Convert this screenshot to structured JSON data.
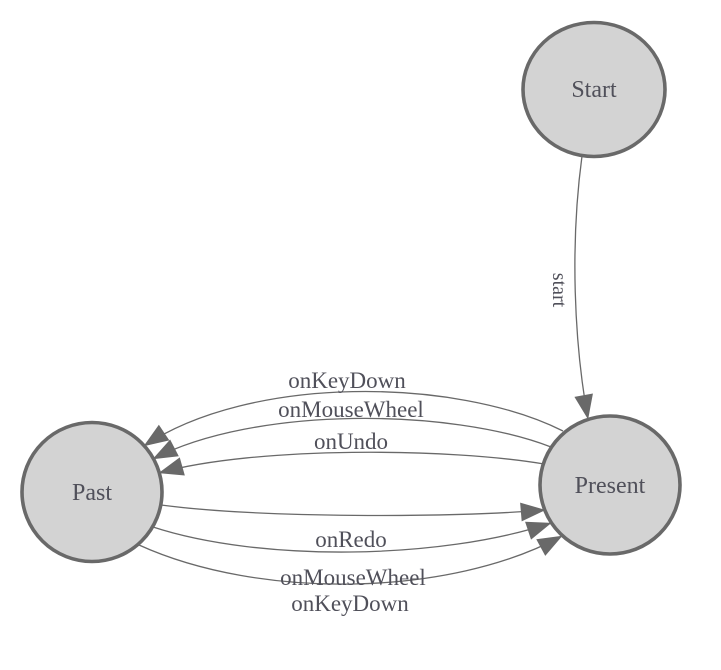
{
  "diagram": {
    "type": "state-machine",
    "style": {
      "background": "#ffffff",
      "node_fill": "#d3d3d3",
      "node_stroke": "#696969",
      "edge_color": "#696969",
      "arrowhead_color": "#696969",
      "label_color": "#50505a"
    },
    "nodes": [
      {
        "id": "start",
        "label": "Start"
      },
      {
        "id": "present",
        "label": "Present"
      },
      {
        "id": "past",
        "label": "Past"
      }
    ],
    "edges": [
      {
        "from": "Start",
        "to": "Present",
        "label": "start"
      },
      {
        "from": "Present",
        "to": "Past",
        "label": "onKeyDown"
      },
      {
        "from": "Present",
        "to": "Past",
        "label": "onMouseWheel"
      },
      {
        "from": "Present",
        "to": "Past",
        "label": "onUndo"
      },
      {
        "from": "Past",
        "to": "Present",
        "label": "onRedo"
      },
      {
        "from": "Past",
        "to": "Present",
        "label": "onMouseWheel"
      },
      {
        "from": "Past",
        "to": "Present",
        "label": "onKeyDown"
      }
    ]
  }
}
